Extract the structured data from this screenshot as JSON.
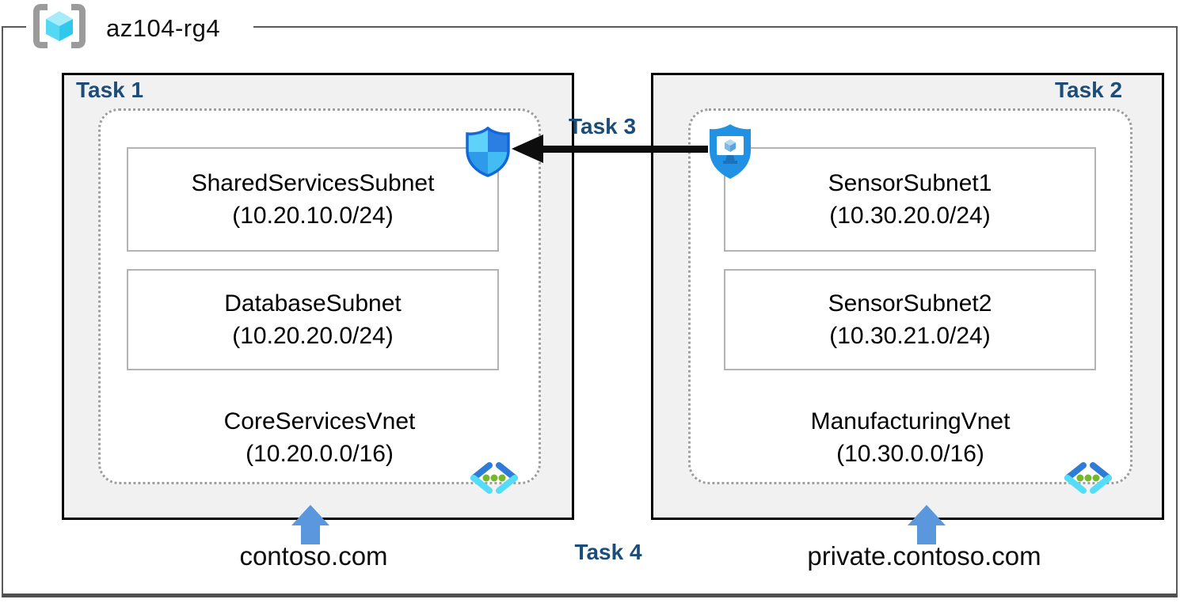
{
  "resource_group": {
    "name": "az104-rg4"
  },
  "tasks": {
    "task1": "Task 1",
    "task2": "Task 2",
    "task3": "Task 3",
    "task4": "Task 4"
  },
  "vnets": [
    {
      "name": "CoreServicesVnet",
      "cidr": "(10.20.0.0/16)",
      "dns": "contoso.com",
      "subnets": [
        {
          "name": "SharedServicesSubnet",
          "cidr": "(10.20.10.0/24)"
        },
        {
          "name": "DatabaseSubnet",
          "cidr": "(10.20.20.0/24)"
        }
      ]
    },
    {
      "name": "ManufacturingVnet",
      "cidr": "(10.30.0.0/16)",
      "dns": "private.contoso.com",
      "subnets": [
        {
          "name": "SensorSubnet1",
          "cidr": "(10.30.20.0/24)"
        },
        {
          "name": "SensorSubnet2",
          "cidr": "(10.30.21.0/24)"
        }
      ]
    }
  ],
  "icons": {
    "resource_group": "resource-group-cube-in-brackets",
    "nsg": "defender-quadrant-shield",
    "asg": "shield-with-monitor-cube",
    "vnet": "angle-brackets-with-green-dots",
    "dns_arrow": "blue-up-arrow",
    "peering_arrow": "black-left-arrow"
  },
  "colors": {
    "task_label": "#1c4d78",
    "blue_arrow": "#5b97dd",
    "frame_border": "#595959",
    "task_box_fill": "#f1f1f1",
    "task_box_border": "#000000",
    "dotted_border": "#9e9e9e",
    "subnet_border": "#b3b3b3",
    "vnet_icon_green": "#76b82d",
    "vnet_icon_blue": "#2e7cd6",
    "vnet_icon_cyan": "#54dcf8"
  }
}
